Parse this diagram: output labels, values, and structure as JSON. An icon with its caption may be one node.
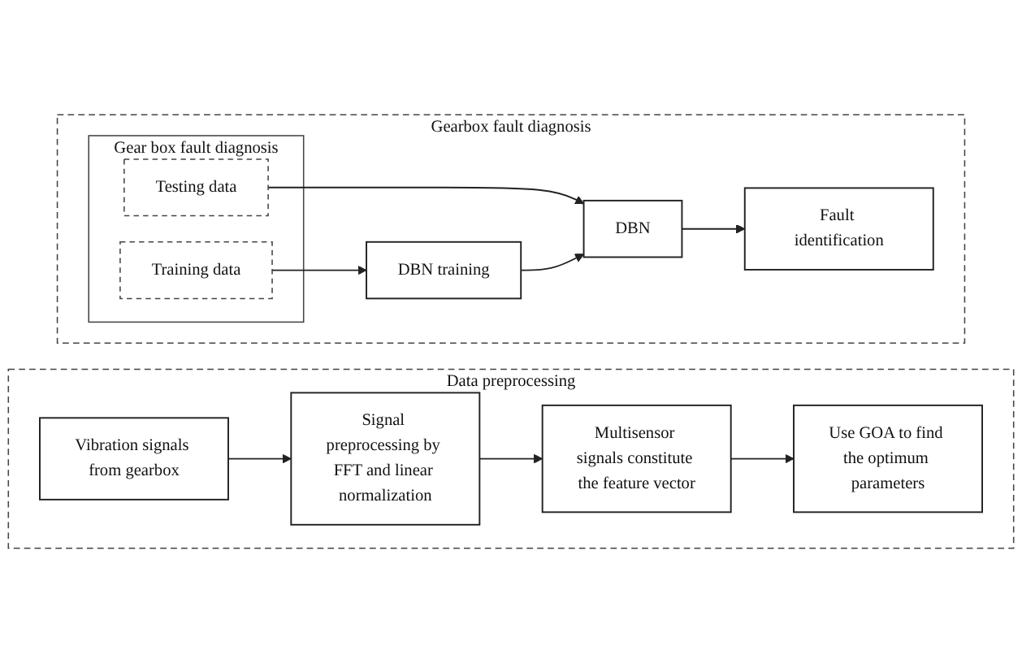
{
  "diagram": {
    "nodes": [
      {
        "text": [
          "Data preprocessing"
        ]
      },
      {
        "text": [
          "Vibration signals from gearbox"
        ],
        "in": 0
      },
      {
        "text": [
          "Signal preprocessing by FFT and linear normalization"
        ],
        "in": 0
      },
      {
        "text": [
          "Multisensor signals constitute the feature vector"
        ],
        "in": 0
      },
      {
        "text": [
          "Use GOA to find the optimum parameters"
        ],
        "in": 0
      },
      {
        "text": [
          "Gearbox fault diagnosis"
        ]
      },
      {
        "text": [
          "Gear box fault diagnosis"
        ],
        "in": 5
      },
      {
        "text": [
          "Training data"
        ],
        "in": 6
      },
      {
        "text": [
          "Testing data"
        ],
        "in": 6
      },
      {
        "text": [
          "DBN training"
        ],
        "in": 5
      },
      {
        "text": [
          "DBN"
        ],
        "in": 5
      },
      {
        "text": [
          "Fault identification"
        ],
        "in": 5
      }
    ],
    "edges": [
      {
        "from": 1,
        "to": 2,
        "arrow": "to"
      },
      {
        "from": 2,
        "to": 3,
        "arrow": "to"
      },
      {
        "from": 3,
        "to": 4,
        "arrow": "to"
      },
      {
        "from": 7,
        "to": 9,
        "arrow": "to"
      },
      {
        "from": 8,
        "to": 10,
        "arrow": "to"
      },
      {
        "from": 9,
        "to": 10,
        "arrow": "to"
      },
      {
        "from": 10,
        "to": 11,
        "arrow": "to"
      }
    ]
  }
}
